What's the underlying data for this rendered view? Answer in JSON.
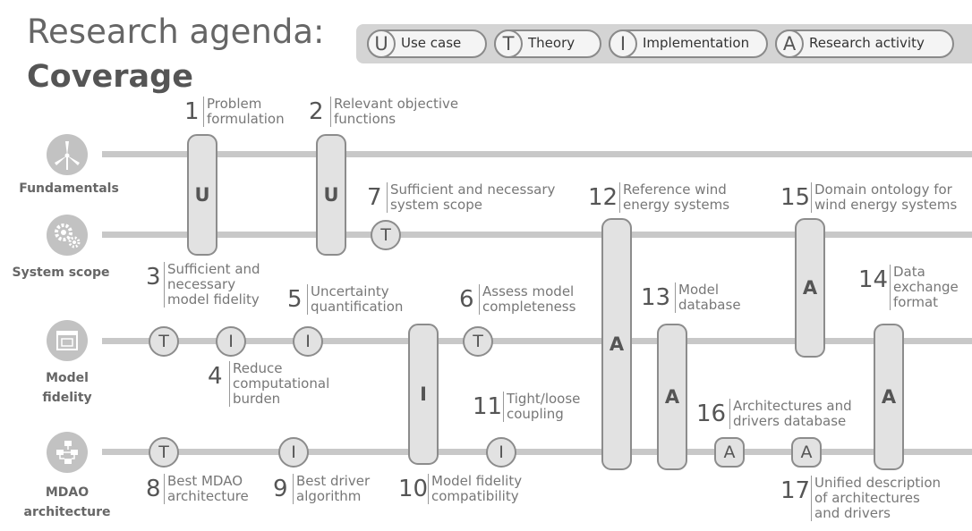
{
  "title": "Research agenda:",
  "subtitle": "Coverage",
  "legend": [
    {
      "letter": "U",
      "label": "Use case"
    },
    {
      "letter": "T",
      "label": "Theory"
    },
    {
      "letter": "I",
      "label": "Implementation"
    },
    {
      "letter": "A",
      "label": "Research activity"
    }
  ],
  "rows": [
    {
      "label_line1": "Fundamentals",
      "label_line2": "",
      "icon": "wind-turbine-icon"
    },
    {
      "label_line1": "System scope",
      "label_line2": "",
      "icon": "gears-icon"
    },
    {
      "label_line1": "Model",
      "label_line2": "fidelity",
      "icon": "window-icon"
    },
    {
      "label_line1": "MDAO",
      "label_line2": "architecture",
      "icon": "flowchart-icon"
    }
  ],
  "items": [
    {
      "number": "1",
      "caption": "Problem\nformulation",
      "letter": "U"
    },
    {
      "number": "2",
      "caption": "Relevant objective\nfunctions",
      "letter": "U"
    },
    {
      "number": "3",
      "caption": "Sufficient and\nnecessary\nmodel fidelity",
      "letter": "T"
    },
    {
      "number": "4",
      "caption": "Reduce\ncomputational\nburden",
      "letter": "I"
    },
    {
      "number": "5",
      "caption": "Uncertainty\nquantification",
      "letter": "I"
    },
    {
      "number": "6",
      "caption": "Assess model\ncompleteness",
      "letter": "T"
    },
    {
      "number": "7",
      "caption": "Sufficient and necessary\nsystem scope",
      "letter": "T"
    },
    {
      "number": "8",
      "caption": "Best MDAO\narchitecture",
      "letter": "T"
    },
    {
      "number": "9",
      "caption": "Best driver\nalgorithm",
      "letter": "I"
    },
    {
      "number": "10",
      "caption": "Model fidelity\ncompatibility",
      "letter": "I"
    },
    {
      "number": "11",
      "caption": "Tight/loose\ncoupling",
      "letter": "I"
    },
    {
      "number": "12",
      "caption": "Reference wind\nenergy systems",
      "letter": "A"
    },
    {
      "number": "13",
      "caption": "Model\ndatabase",
      "letter": "A"
    },
    {
      "number": "14",
      "caption": "Data\nexchange\nformat",
      "letter": "A"
    },
    {
      "number": "15",
      "caption": "Domain ontology for\nwind energy systems",
      "letter": "A"
    },
    {
      "number": "16",
      "caption": "Architectures and\ndrivers database",
      "letter": "A"
    },
    {
      "number": "17",
      "caption": "Unified description\nof architectures\nand drivers",
      "letter": "A"
    }
  ]
}
